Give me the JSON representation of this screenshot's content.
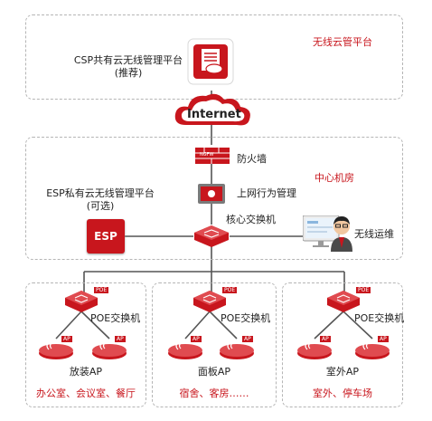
{
  "cloud_zone": {
    "title": "无线云管平台",
    "csp_label": "CSP共有云无线管理平台",
    "csp_sub": "(推荐)",
    "internet": "Internet"
  },
  "center_zone": {
    "title": "中心机房",
    "firewall": "防火墙",
    "firewall_mark": "NGFW",
    "behavior_mgmt": "上网行为管理",
    "core_switch": "核心交换机",
    "esp_label": "ESP私有云无线管理平台",
    "esp_sub": "(可选)",
    "esp_icon": "ESP",
    "ops_label": "无线运维"
  },
  "access_zones": [
    {
      "switch_label": "POE交换机",
      "poe_tag": "POE",
      "ap_tag": "AP",
      "ap_label": "放装AP",
      "scenario": "办公室、会议室、餐厅"
    },
    {
      "switch_label": "POE交换机",
      "poe_tag": "POE",
      "ap_tag": "AP",
      "ap_label": "面板AP",
      "scenario": "宿舍、客房……"
    },
    {
      "switch_label": "POE交换机",
      "poe_tag": "POE",
      "ap_tag": "AP",
      "ap_label": "室外AP",
      "scenario": "室外、停车场"
    }
  ],
  "colors": {
    "brand_red": "#c8161d",
    "dashed_border": "#b5b5b5",
    "line": "#555555"
  }
}
